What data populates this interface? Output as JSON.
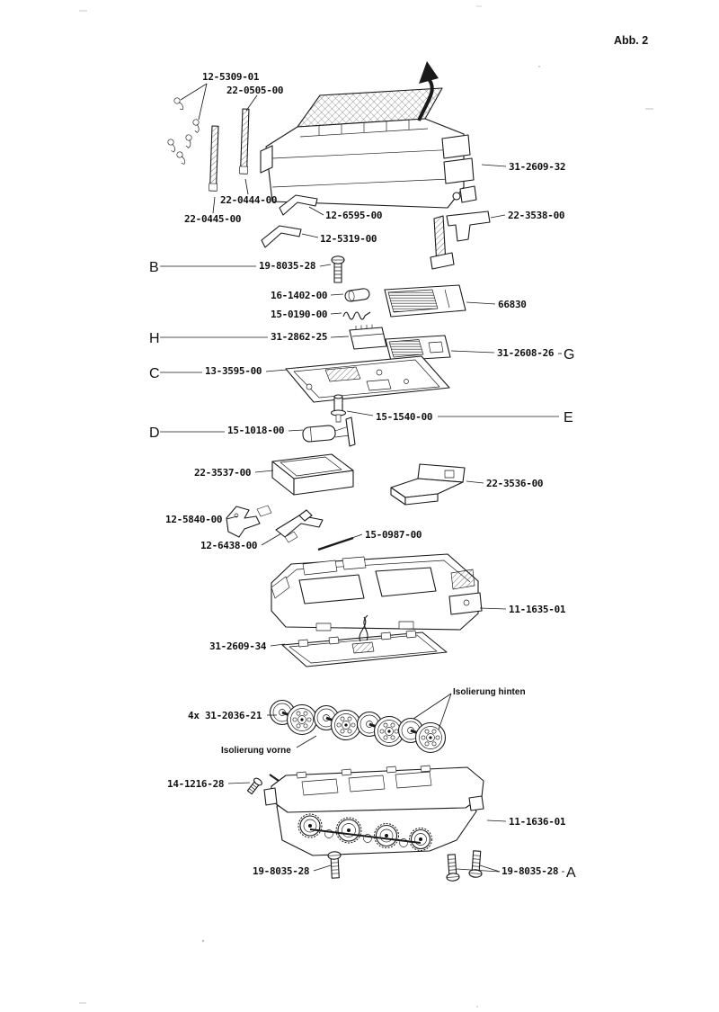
{
  "figure": {
    "caption": "Abb. 2"
  },
  "letters": {
    "A": "A",
    "B": "B",
    "C": "C",
    "D": "D",
    "E": "E",
    "G": "G",
    "H": "H"
  },
  "parts": {
    "p12_5309_01": "12-5309-01",
    "p22_0505_00": "22-0505-00",
    "p31_2609_32": "31-2609-32",
    "p22_0444_00": "22-0444-00",
    "p22_0445_00": "22-0445-00",
    "p12_6595_00": "12-6595-00",
    "p12_5319_00": "12-5319-00",
    "p22_3538_00": "22-3538-00",
    "p19_8035_28": "19-8035-28",
    "p16_1402_00": "16-1402-00",
    "p66830": "66830",
    "p15_0190_00": "15-0190-00",
    "p31_2862_25": "31-2862-25",
    "p31_2608_26": "31-2608-26",
    "p13_3595_00": "13-3595-00",
    "p15_1540_00": "15-1540-00",
    "p15_1018_00": "15-1018-00",
    "p22_3537_00": "22-3537-00",
    "p22_3536_00": "22-3536-00",
    "p12_5840_00": "12-5840-00",
    "p12_6438_00": "12-6438-00",
    "p15_0987_00": "15-0987-00",
    "p11_1635_01": "11-1635-01",
    "p31_2609_34": "31-2609-34",
    "p4x_31_2036_21": "4x 31-2036-21",
    "p14_1216_28": "14-1216-28",
    "p11_1636_01": "11-1636-01"
  },
  "annotations": {
    "isolierung_hinten": "Isolierung hinten",
    "isolierung_vorne": "Isolierung vorne"
  }
}
